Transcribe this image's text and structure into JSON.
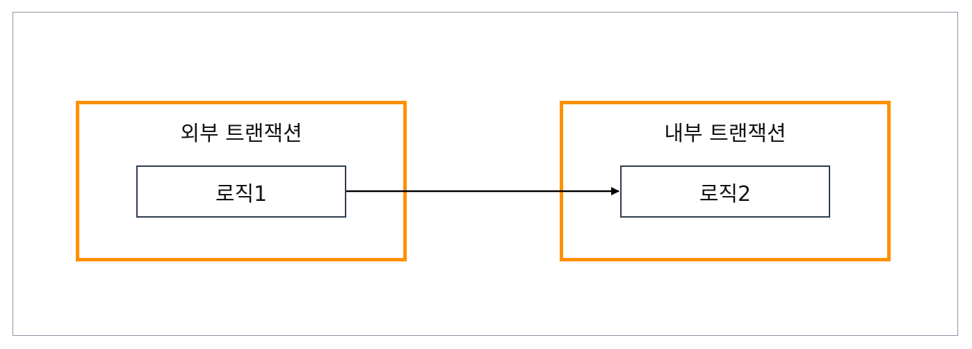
{
  "diagram": {
    "outer_transaction": {
      "title": "외부 트랜잭션",
      "logic_label": "로직1"
    },
    "inner_transaction": {
      "title": "내부 트랜잭션",
      "logic_label": "로직2"
    },
    "colors": {
      "transaction_border": "#ff9000",
      "logic_border": "#2c3a4b",
      "frame_border": "#8a93a3",
      "arrow": "#000000"
    }
  }
}
